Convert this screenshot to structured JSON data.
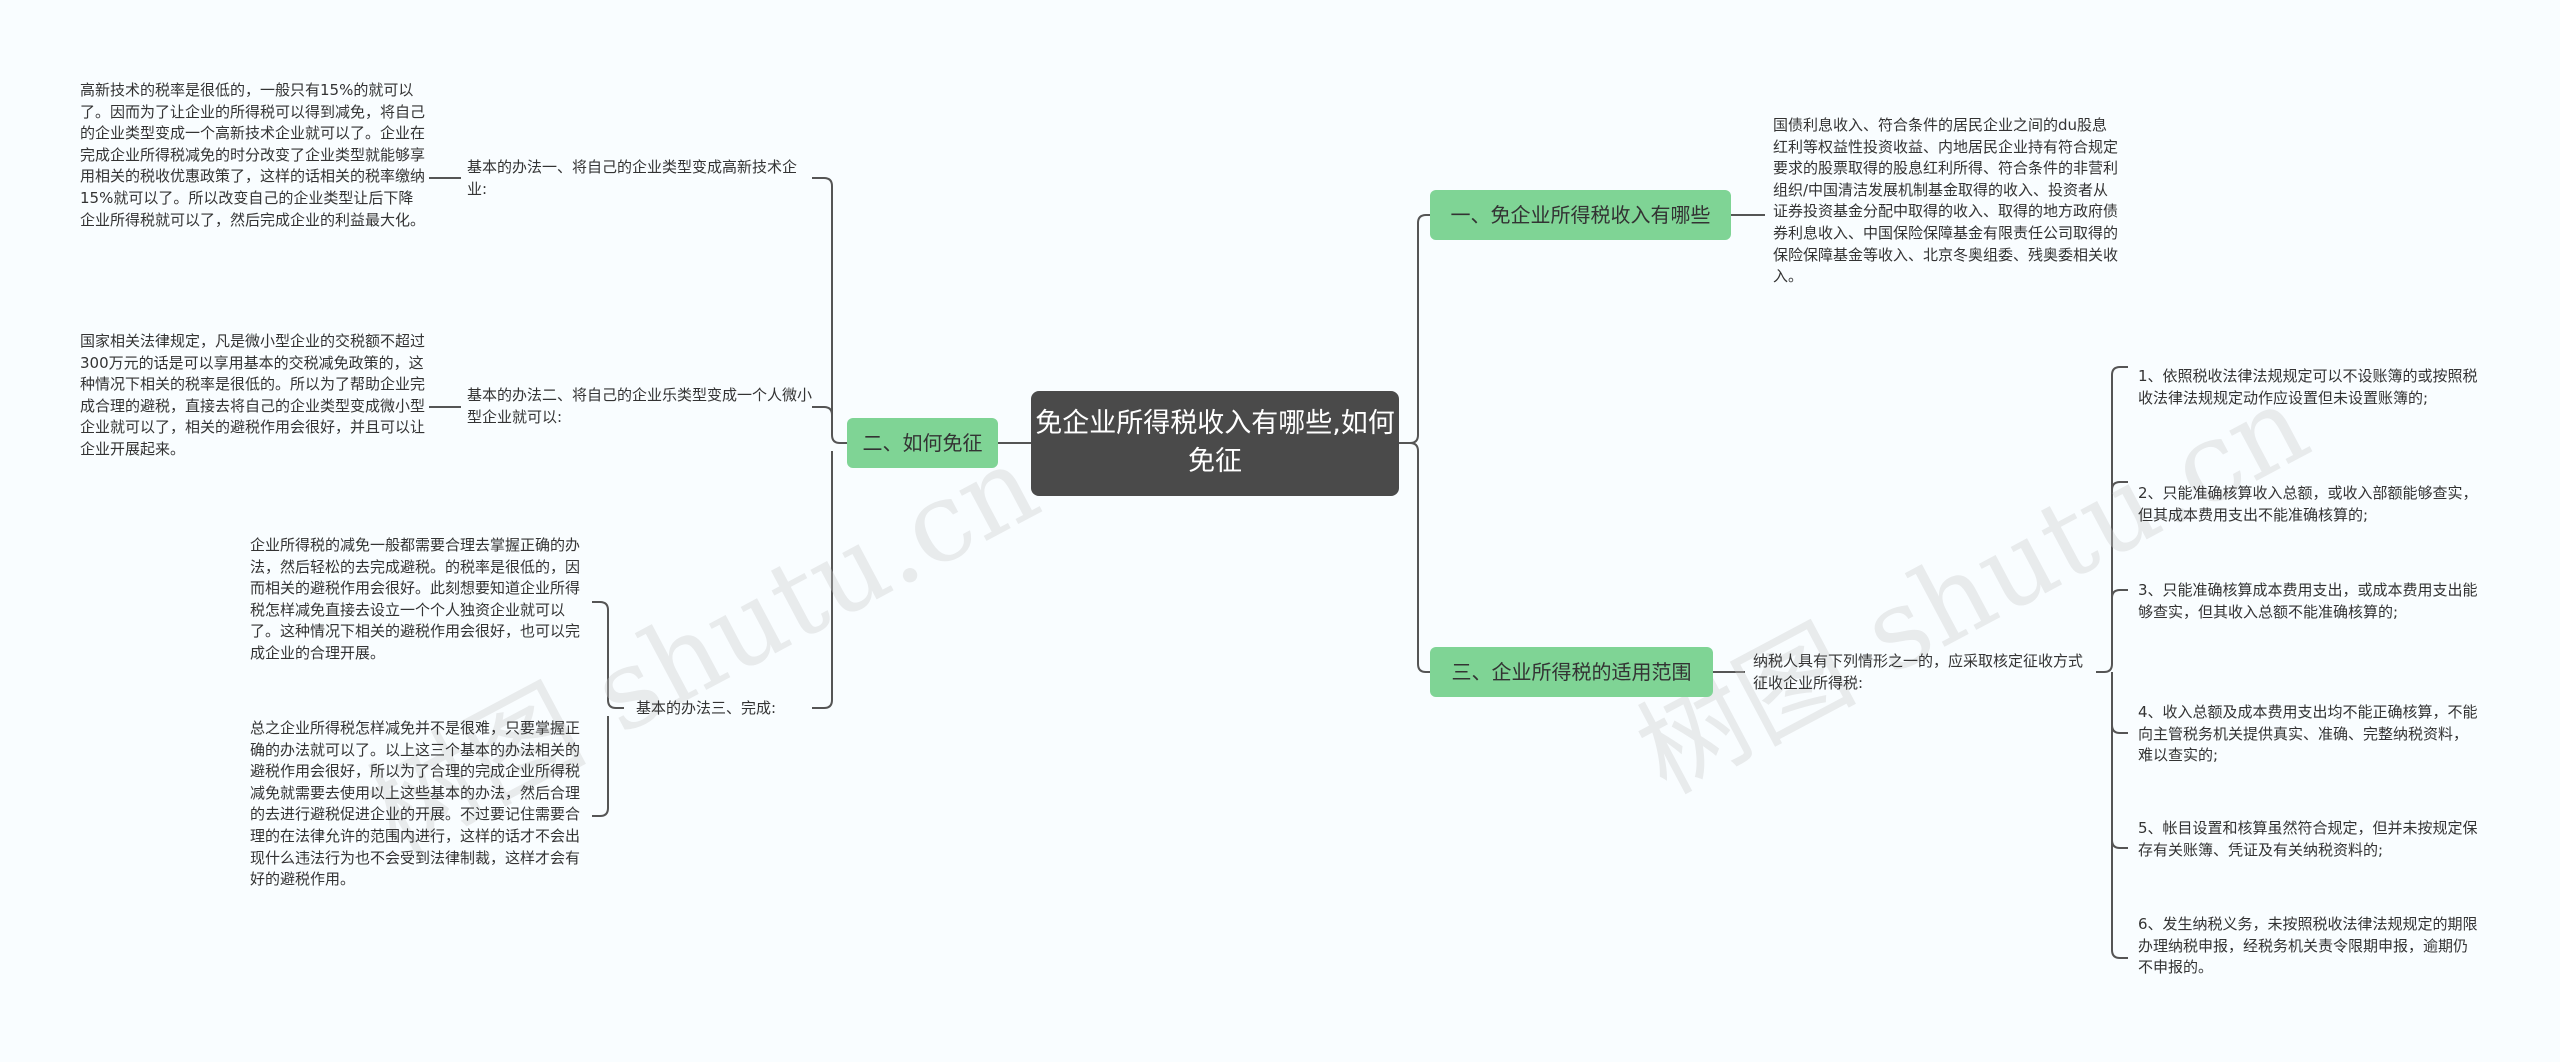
{
  "root": {
    "label": "免企业所得税收入有哪些,如何免征"
  },
  "branches": {
    "b1": {
      "label": "一、免企业所得税收入有哪些",
      "detail": "国债利息收入、符合条件的居民企业之间的du股息红利等权益性投资收益、内地居民企业持有符合规定要求的股票取得的股息红利所得、符合条件的非营利组织/中国清洁发展机制基金取得的收入、投资者从证券投资基金分配中取得的收入、取得的地方政府债券利息收入、中国保险保障基金有限责任公司取得的保险保障基金等收入、北京冬奥组委、残奥委相关收入。"
    },
    "b2": {
      "label": "二、如何免征",
      "m1": {
        "label": "基本的办法一、将自己的企业类型变成高新技术企业:",
        "detail": "高新技术的税率是很低的，一般只有15%的就可以了。因而为了让企业的所得税可以得到减免，将自己的企业类型变成一个高新技术企业就可以了。企业在完成企业所得税减免的时分改变了企业类型就能够享用相关的税收优惠政策了，这样的话相关的税率缴纳15%就可以了。所以改变自己的企业类型让后下降企业所得税就可以了，然后完成企业的利益最大化。"
      },
      "m2": {
        "label": "基本的办法二、将自己的企业乐类型变成一个人微小型企业就可以:",
        "detail": "国家相关法律规定，凡是微小型企业的交税额不超过300万元的话是可以享用基本的交税减免政策的，这种情况下相关的税率是很低的。所以为了帮助企业完成合理的避税，直接去将自己的企业类型变成微小型企业就可以了，相关的避税作用会很好，并且可以让企业开展起来。"
      },
      "m3": {
        "label": "基本的办法三、完成:",
        "detail1": "企业所得税的减免一般都需要合理去掌握正确的办法，然后轻松的去完成避税。的税率是很低的，因而相关的避税作用会很好。此刻想要知道企业所得税怎样减免直接去设立一个个人独资企业就可以了。这种情况下相关的避税作用会很好，也可以完成企业的合理开展。",
        "detail2": "总之企业所得税怎样减免并不是很难，只要掌握正确的办法就可以了。以上这三个基本的办法相关的避税作用会很好，所以为了合理的完成企业所得税减免就需要去使用以上这些基本的办法，然后合理的去进行避税促进企业的开展。不过要记住需要合理的在法律允许的范围内进行，这样的话才不会出现什么违法行为也不会受到法律制裁，这样才会有好的避税作用。"
      }
    },
    "b3": {
      "label": "三、企业所得税的适用范围",
      "mid": "纳税人具有下列情形之一的，应采取核定征收方式征收企业所得税:",
      "items": [
        "1、依照税收法律法规规定可以不设账簿的或按照税收法律法规规定动作应设置但未设置账簿的;",
        "2、只能准确核算收入总额，或收入部额能够查实，但其成本费用支出不能准确核算的;",
        "3、只能准确核算成本费用支出，或成本费用支出能够查实，但其收入总额不能准确核算的;",
        "4、收入总额及成本费用支出均不能正确核算，不能向主管税务机关提供真实、准确、完整纳税资料，难以查实的;",
        "5、帐目设置和核算虽然符合规定，但并未按规定保存有关账簿、凭证及有关纳税资料的;",
        "6、发生纳税义务，未按照税收法律法规规定的期限办理纳税申报，经税务机关责令限期申报，逾期仍不申报的。"
      ]
    }
  },
  "watermark": {
    "left": "树图 shutu.cn",
    "right": "树图 shutu.cn"
  },
  "colors": {
    "background": "#f9fdff",
    "center": "#4a4a4a",
    "branch": "#7fd495",
    "line": "#555555"
  }
}
